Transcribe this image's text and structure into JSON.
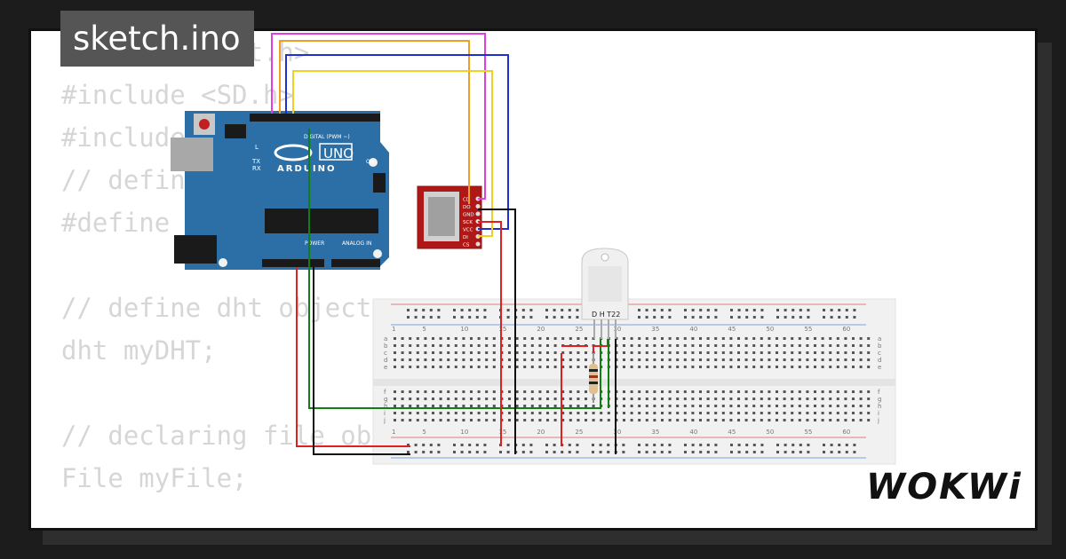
{
  "title": "sketch.ino",
  "code_lines": [
    "#include <dht.h>",
    "#include <SD.h>",
    "#include <SPI.h>",
    "// define pin of DHT",
    "#define dataPin 8",
    "",
    "// define dht object",
    "dht myDHT;",
    "",
    "// declaring file object",
    "File myFile;"
  ],
  "logo": "WOKWi",
  "arduino": {
    "brand": "ARDUINO",
    "model": "UNO",
    "digital_label": "DIGITAL (PWM ~)",
    "power_label": "POWER",
    "analog_label": "ANALOG IN",
    "on_label": "ON",
    "tx_label": "TX",
    "rx_label": "RX",
    "l_label": "L"
  },
  "sd_module": {
    "pins": [
      "CD",
      "DO",
      "GND",
      "SCK",
      "VCC",
      "DI",
      "CS"
    ]
  },
  "dht": {
    "label": "D H T22"
  },
  "breadboard": {
    "columns": [
      "1",
      "5",
      "10",
      "15",
      "20",
      "25",
      "30",
      "35",
      "40",
      "45",
      "50",
      "55",
      "60"
    ],
    "rows_top": [
      "a",
      "b",
      "c",
      "d",
      "e"
    ],
    "rows_bottom": [
      "f",
      "g",
      "h",
      "i",
      "j"
    ]
  },
  "colors": {
    "pcb": "#2b6fa6",
    "wire_magenta": "#e040e0",
    "wire_orange": "#f0a020",
    "wire_blue": "#2030d0",
    "wire_yellow": "#f0d020",
    "wire_green": "#108010",
    "wire_red": "#e02020",
    "wire_black": "#101010",
    "sd_board": "#b01818"
  }
}
